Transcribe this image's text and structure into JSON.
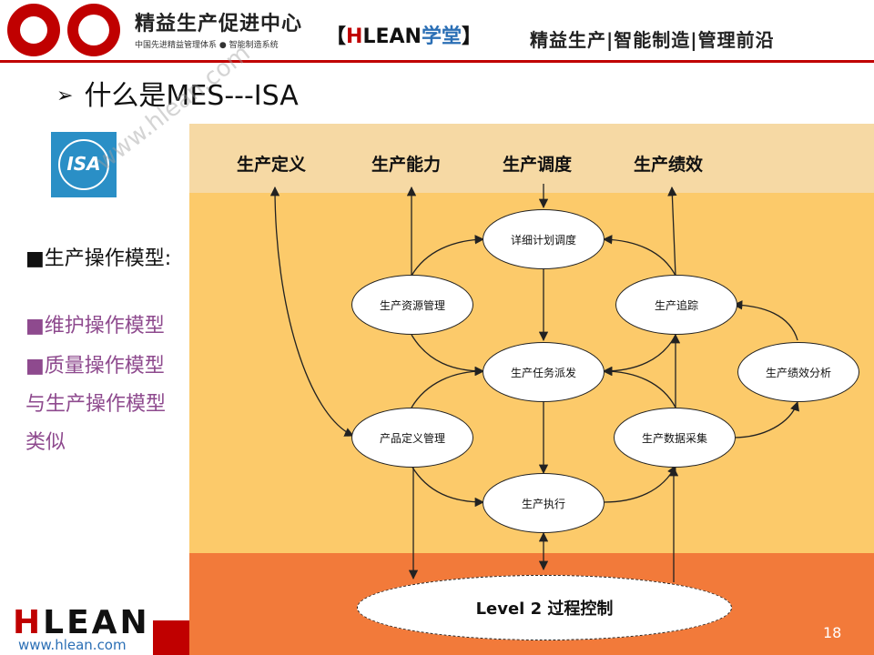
{
  "header": {
    "brand_name": "精益生产促进中心",
    "brand_subtitle": "中国先进精益管理体系 ● 智能制造系统",
    "tag_open": "【",
    "tag_h": "H",
    "tag_lean": "LEAN",
    "tag_xuetang": "学堂",
    "tag_close": "】",
    "slogan": "精益生产|智能制造|管理前沿"
  },
  "slide": {
    "title_arrow": "➢",
    "title": "什么是MES---ISA",
    "isa_logo_text": "ISA",
    "side_main": "■生产操作模型:",
    "side_items": [
      "■维护操作模型",
      "■质量操作模型",
      "与生产操作模型",
      "类似"
    ]
  },
  "diagram": {
    "headers": [
      "生产定义",
      "生产能力",
      "生产调度",
      "生产绩效"
    ],
    "nodes": {
      "detail_schedule": "详细计划调度",
      "resource_mgmt": "生产资源管理",
      "tracking": "生产追踪",
      "dispatch": "生产任务派发",
      "perf_analysis": "生产绩效分析",
      "product_def_mgmt": "产品定义管理",
      "data_collection": "生产数据采集",
      "execution": "生产执行",
      "level2": "Level 2 过程控制"
    }
  },
  "watermark": "www.hlean.com",
  "footer": {
    "logo_h": "H",
    "logo_rest": "LEAN",
    "url": "www.hlean.com",
    "page_number": "18"
  },
  "colors": {
    "brand_red": "#c00000",
    "band_top": "#f6d9a4",
    "band_mid": "#fcca6a",
    "band_bottom": "#f27a3a",
    "sub_text": "#8e4a8e",
    "link_blue": "#2b6fb5"
  }
}
